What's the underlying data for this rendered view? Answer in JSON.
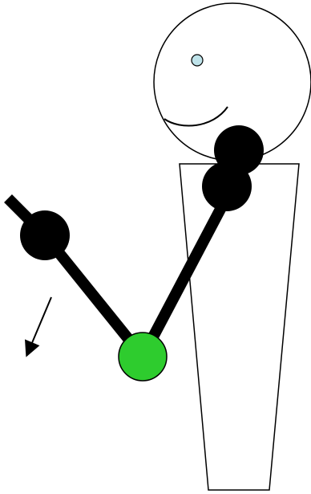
{
  "diagram": {
    "colors": {
      "background": "#ffffff",
      "outline": "#000000",
      "arm": "#000000",
      "joint": "#000000",
      "elbow_joint": "#2ecc2e",
      "eye": "#bfe3ea"
    },
    "parts": [
      "head",
      "eye",
      "smile",
      "torso",
      "shoulder-joint-upper",
      "shoulder-joint-lower",
      "upper-arm",
      "elbow-joint",
      "forearm",
      "wrist-joint",
      "hand-extension",
      "motion-arrow"
    ]
  }
}
